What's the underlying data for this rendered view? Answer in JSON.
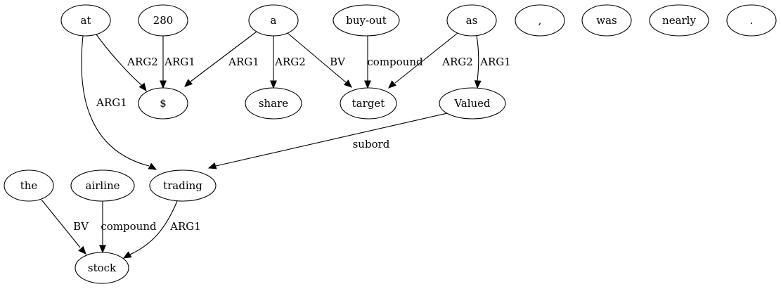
{
  "graph": {
    "nodes": [
      {
        "id": "at",
        "label": "at"
      },
      {
        "id": "n280",
        "label": "280"
      },
      {
        "id": "a",
        "label": "a"
      },
      {
        "id": "buyout",
        "label": "buy-out"
      },
      {
        "id": "as",
        "label": "as"
      },
      {
        "id": "comma",
        "label": ","
      },
      {
        "id": "was",
        "label": "was"
      },
      {
        "id": "nearly",
        "label": "nearly"
      },
      {
        "id": "period",
        "label": "."
      },
      {
        "id": "dollar",
        "label": "$"
      },
      {
        "id": "share",
        "label": "share"
      },
      {
        "id": "target",
        "label": "target"
      },
      {
        "id": "valued",
        "label": "Valued"
      },
      {
        "id": "the",
        "label": "the"
      },
      {
        "id": "airline",
        "label": "airline"
      },
      {
        "id": "trading",
        "label": "trading"
      },
      {
        "id": "stock",
        "label": "stock"
      }
    ],
    "edges": [
      {
        "id": "e_at_dollar",
        "from": "at",
        "to": "dollar",
        "label": "ARG2"
      },
      {
        "id": "e_280_dollar",
        "from": "n280",
        "to": "dollar",
        "label": "ARG1"
      },
      {
        "id": "e_a_dollar",
        "from": "a",
        "to": "dollar",
        "label": "ARG1"
      },
      {
        "id": "e_a_share",
        "from": "a",
        "to": "share",
        "label": "ARG2"
      },
      {
        "id": "e_a_target",
        "from": "a",
        "to": "target",
        "label": "BV"
      },
      {
        "id": "e_buyout_target",
        "from": "buyout",
        "to": "target",
        "label": "compound"
      },
      {
        "id": "e_as_target",
        "from": "as",
        "to": "target",
        "label": "ARG2"
      },
      {
        "id": "e_as_valued",
        "from": "as",
        "to": "valued",
        "label": "ARG1"
      },
      {
        "id": "e_at_trading",
        "from": "at",
        "to": "trading",
        "label": "ARG1"
      },
      {
        "id": "e_valued_trading",
        "from": "valued",
        "to": "trading",
        "label": "subord"
      },
      {
        "id": "e_the_stock",
        "from": "the",
        "to": "stock",
        "label": "BV"
      },
      {
        "id": "e_airline_stock",
        "from": "airline",
        "to": "stock",
        "label": "compound"
      },
      {
        "id": "e_trading_stock",
        "from": "trading",
        "to": "stock",
        "label": "ARG1"
      }
    ]
  }
}
